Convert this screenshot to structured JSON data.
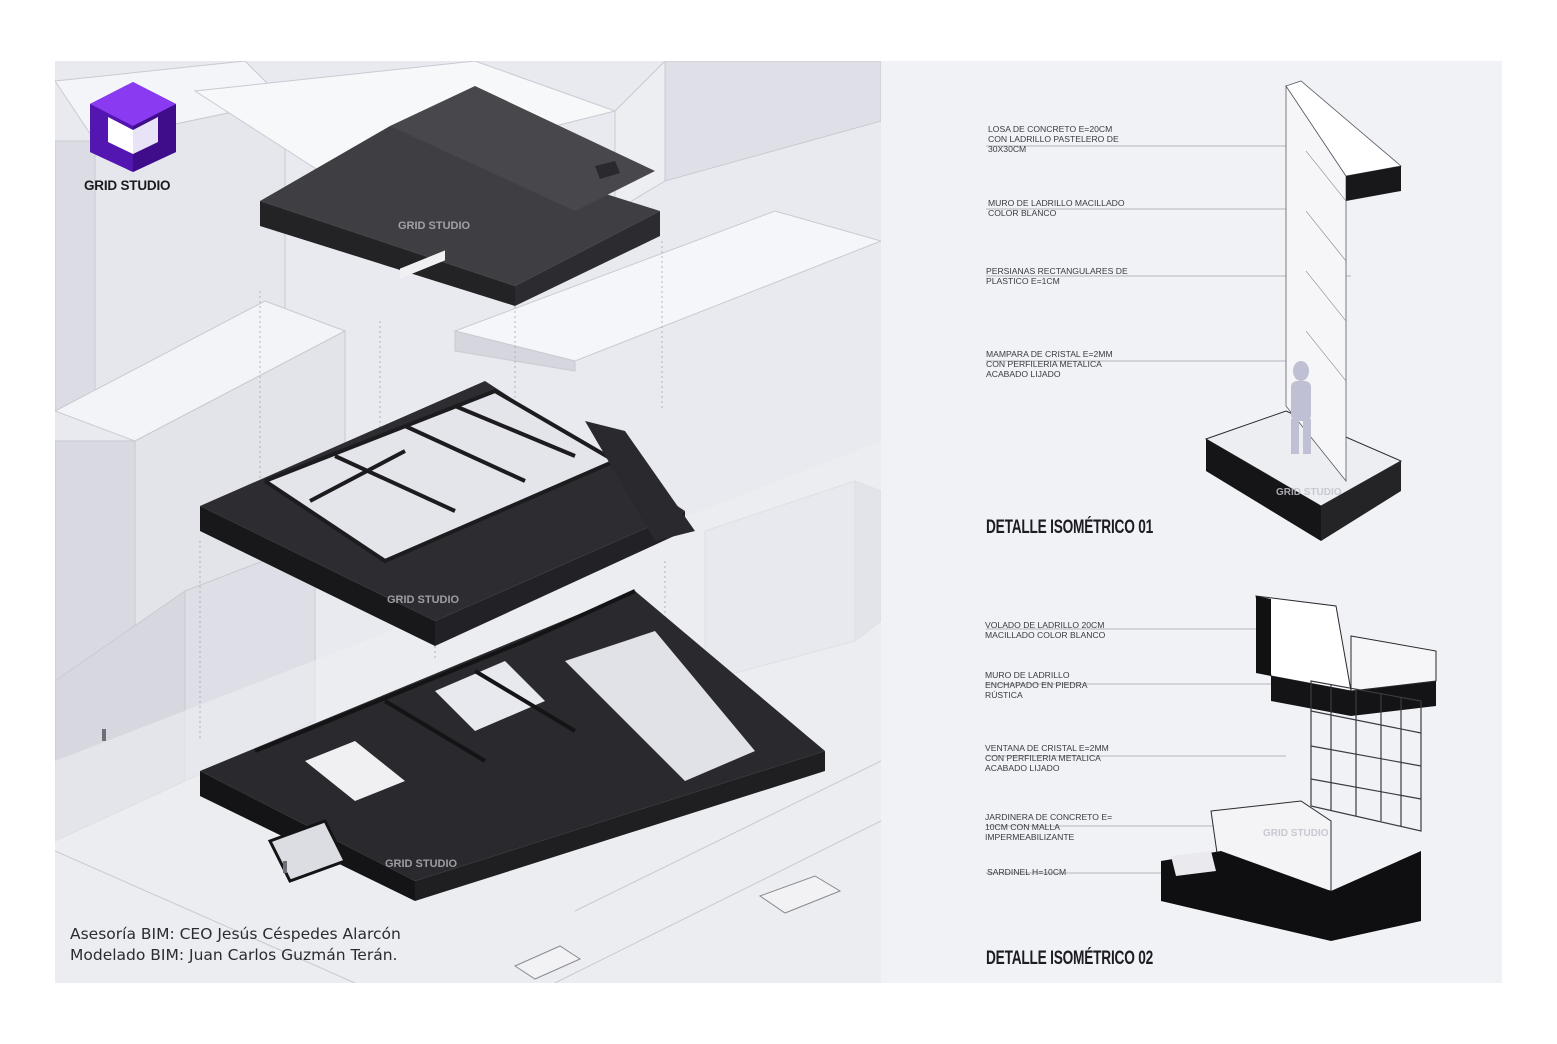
{
  "brand": {
    "name": "GRID STUDIO",
    "logo_color": "#6a1fd0",
    "logo_color_dark": "#3f0d8a"
  },
  "watermark": "GRID STUDIO",
  "credits": {
    "line1": "Asesoría BIM: CEO Jesús Céspedes Alarcón",
    "line2": "Modelado BIM: Juan Carlos Guzmán Terán."
  },
  "detail_01": {
    "title": "DETALLE ISOMÉTRICO 01",
    "labels": [
      [
        "LOSA DE CONCRETO e=20cm",
        "CON LADRILLO PASTELERO DE",
        "30x30cm"
      ],
      [
        "MURO DE LADRILLO MACILLADO",
        "COLOR BLANCO"
      ],
      [
        "PERSIANAS RECTANGULARES DE",
        "PLASTICO e=1cm"
      ],
      [
        "MAMPARA DE CRISTAL e=2mm",
        "CON PERFILERIA METALICA",
        "ACABADO LIJADO"
      ]
    ]
  },
  "detail_02": {
    "title": "DETALLE ISOMÉTRICO 02",
    "labels": [
      [
        "VOLADO DE LADRILLO 20cm",
        "MACILLADO COLOR BLANCO"
      ],
      [
        "MURO DE LADRILLO",
        "ENCHAPADO EN PIEDRA",
        "RÚSTICA"
      ],
      [
        "VENTANA DE CRISTAL e=2mm",
        "CON PERFILERIA METALICA",
        "ACABADO LIJADO"
      ],
      [
        "JARDINERA DE  CONCRETO e=",
        "10cm CON MALLA",
        "IMPERMEABILIZANTE"
      ],
      [
        "SARDINEL h=10cm"
      ]
    ]
  }
}
